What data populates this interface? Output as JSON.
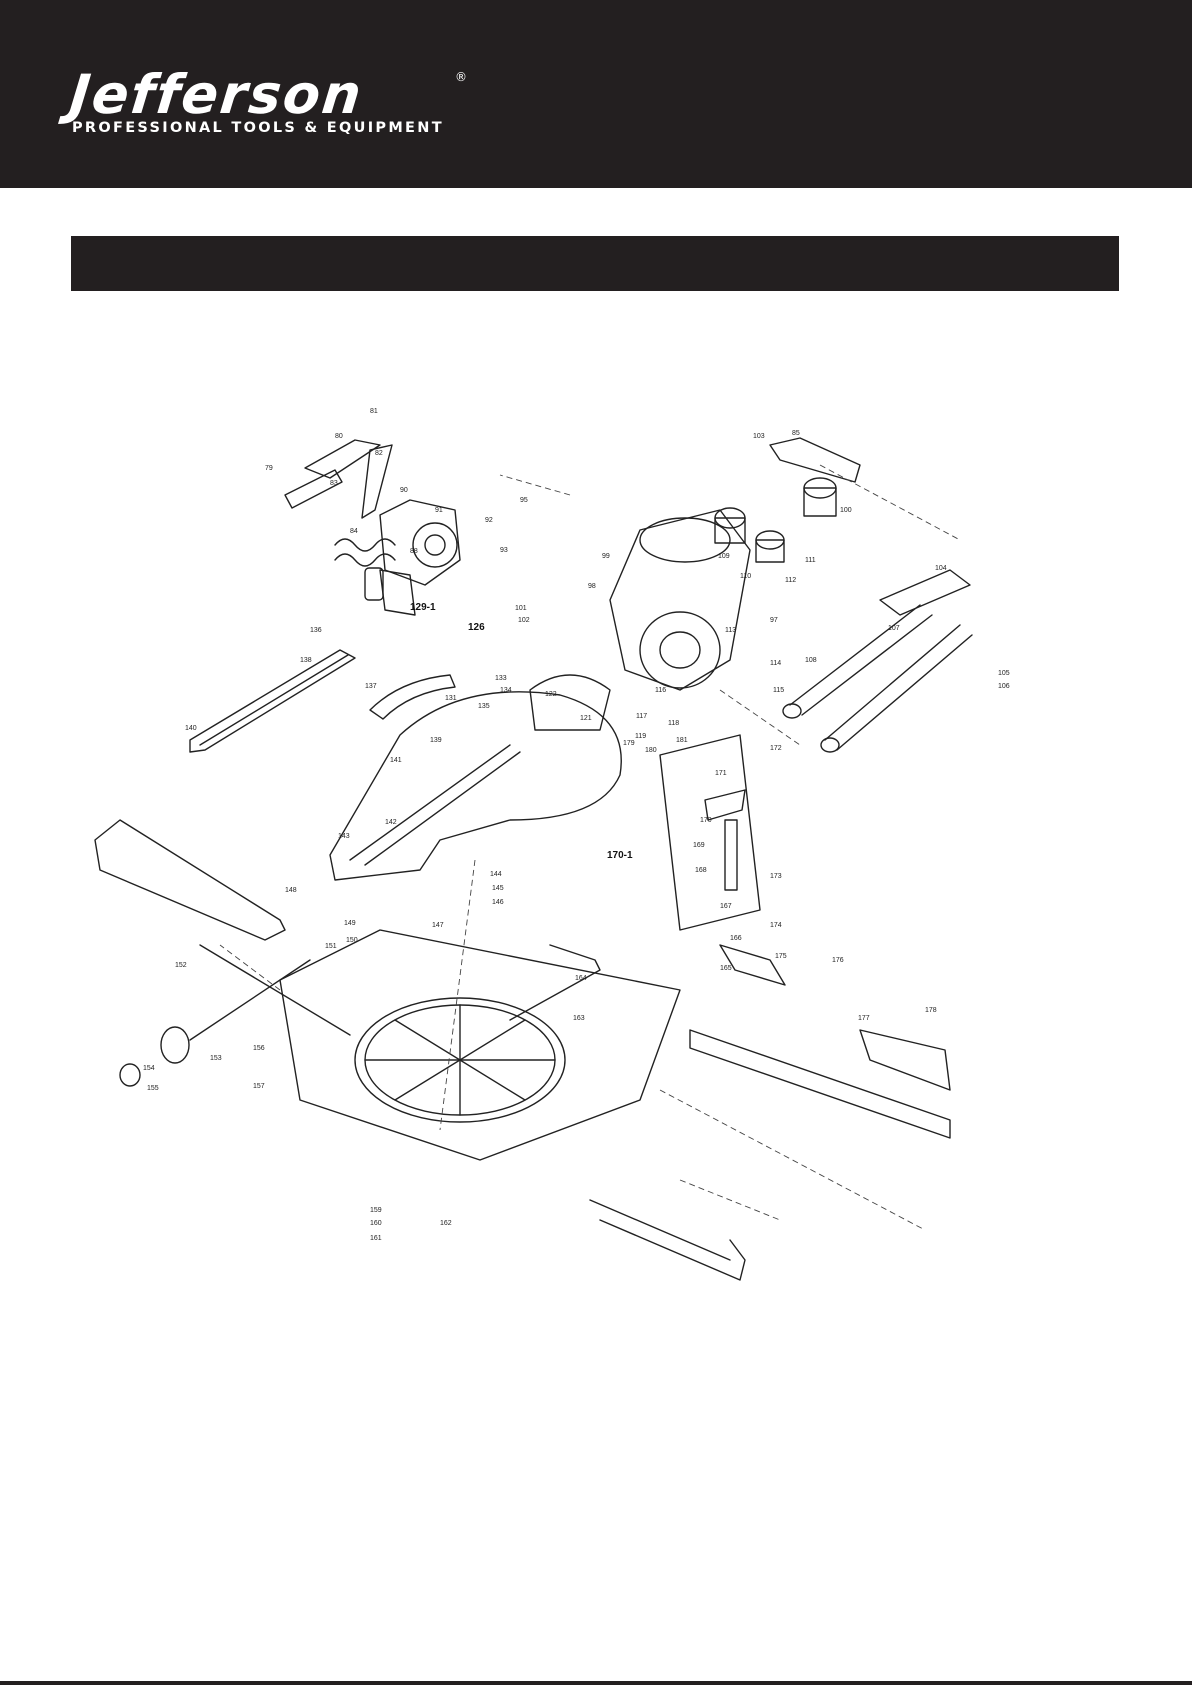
{
  "header": {
    "brand": "Jefferson",
    "registered_mark": "®",
    "tagline": "PROFESSIONAL TOOLS & EQUIPMENT"
  },
  "section_title": "",
  "diagram": {
    "part_labels": [
      {
        "id": "81"
      },
      {
        "id": "80"
      },
      {
        "id": "82"
      },
      {
        "id": "79"
      },
      {
        "id": "83"
      },
      {
        "id": "90"
      },
      {
        "id": "91"
      },
      {
        "id": "92"
      },
      {
        "id": "84"
      },
      {
        "id": "88"
      },
      {
        "id": "129-1"
      },
      {
        "id": "126"
      },
      {
        "id": "101"
      },
      {
        "id": "102"
      },
      {
        "id": "93"
      },
      {
        "id": "95"
      },
      {
        "id": "98"
      },
      {
        "id": "99"
      },
      {
        "id": "103"
      },
      {
        "id": "85"
      },
      {
        "id": "109"
      },
      {
        "id": "100"
      },
      {
        "id": "110"
      },
      {
        "id": "111"
      },
      {
        "id": "112"
      },
      {
        "id": "97"
      },
      {
        "id": "113"
      },
      {
        "id": "114"
      },
      {
        "id": "115"
      },
      {
        "id": "104"
      },
      {
        "id": "107"
      },
      {
        "id": "105"
      },
      {
        "id": "106"
      },
      {
        "id": "108"
      },
      {
        "id": "116"
      },
      {
        "id": "117"
      },
      {
        "id": "118"
      },
      {
        "id": "119"
      },
      {
        "id": "121"
      },
      {
        "id": "122"
      },
      {
        "id": "133"
      },
      {
        "id": "134"
      },
      {
        "id": "131"
      },
      {
        "id": "135"
      },
      {
        "id": "136"
      },
      {
        "id": "137"
      },
      {
        "id": "138"
      },
      {
        "id": "139"
      },
      {
        "id": "140"
      },
      {
        "id": "141"
      },
      {
        "id": "142"
      },
      {
        "id": "143"
      },
      {
        "id": "144"
      },
      {
        "id": "145"
      },
      {
        "id": "146"
      },
      {
        "id": "147"
      },
      {
        "id": "148"
      },
      {
        "id": "149"
      },
      {
        "id": "150"
      },
      {
        "id": "151"
      },
      {
        "id": "152"
      },
      {
        "id": "153"
      },
      {
        "id": "154"
      },
      {
        "id": "155"
      },
      {
        "id": "156"
      },
      {
        "id": "157"
      },
      {
        "id": "159"
      },
      {
        "id": "160"
      },
      {
        "id": "161"
      },
      {
        "id": "162"
      },
      {
        "id": "163"
      },
      {
        "id": "164"
      },
      {
        "id": "165"
      },
      {
        "id": "166"
      },
      {
        "id": "167"
      },
      {
        "id": "168"
      },
      {
        "id": "169"
      },
      {
        "id": "170"
      },
      {
        "id": "170-1"
      },
      {
        "id": "171"
      },
      {
        "id": "172"
      },
      {
        "id": "173"
      },
      {
        "id": "174"
      },
      {
        "id": "175"
      },
      {
        "id": "176"
      },
      {
        "id": "177"
      },
      {
        "id": "178"
      },
      {
        "id": "179"
      },
      {
        "id": "180"
      },
      {
        "id": "181"
      }
    ]
  }
}
